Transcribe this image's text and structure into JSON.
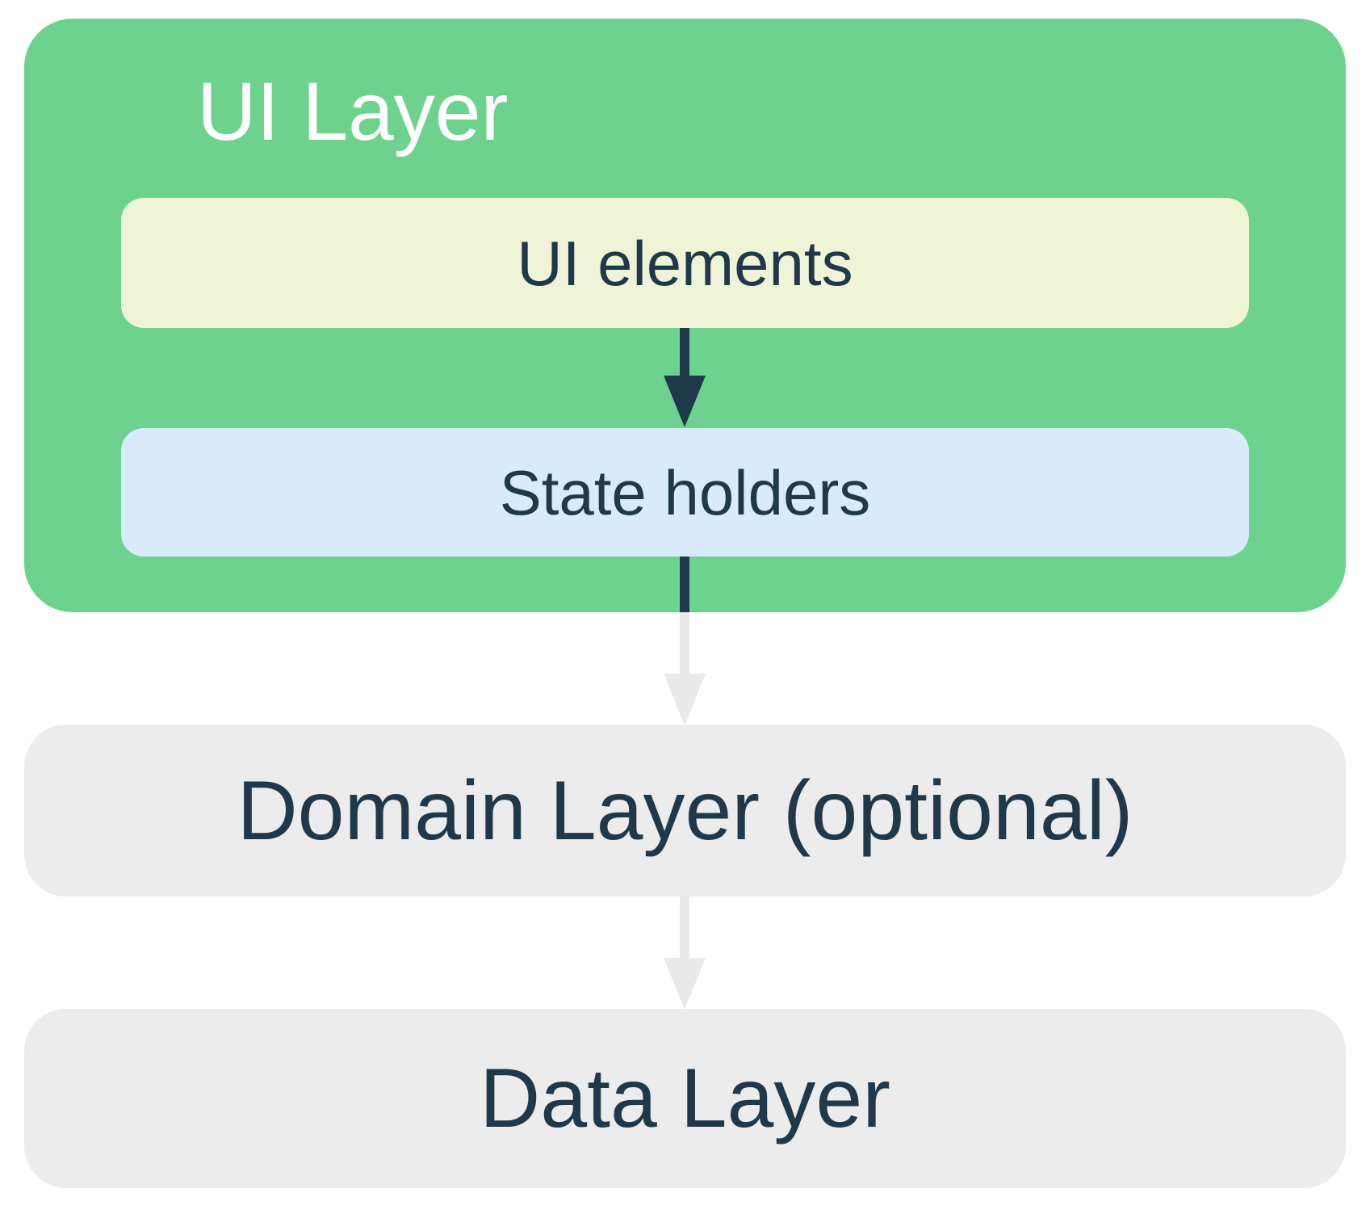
{
  "diagram": {
    "name": "app-architecture-layers",
    "ui_layer": {
      "label": "UI Layer",
      "background_color": "#6ED28F",
      "text_color": "#FFFFFF",
      "children": {
        "ui_elements": {
          "label": "UI elements",
          "background_color": "#EEF4D5",
          "text_color": "#1F394A"
        },
        "state_holders": {
          "label": "State holders",
          "background_color": "#D9EAFB",
          "text_color": "#1F394A"
        }
      }
    },
    "domain_layer": {
      "label": "Domain Layer (optional)",
      "background_color": "#ECECEC",
      "text_color": "#1F394A"
    },
    "data_layer": {
      "label": "Data Layer",
      "background_color": "#ECECEC",
      "text_color": "#1F394A"
    },
    "arrows": [
      {
        "from": "ui_elements",
        "to": "state_holders",
        "color": "#1F394A",
        "direction": "down"
      },
      {
        "from": "state_holders",
        "to": "domain_layer",
        "color_inside_ui_layer": "#1F394A",
        "color_outside_ui_layer": "#E9E9E9",
        "direction": "down"
      },
      {
        "from": "domain_layer",
        "to": "data_layer",
        "color": "#E9E9E9",
        "direction": "down"
      }
    ]
  }
}
